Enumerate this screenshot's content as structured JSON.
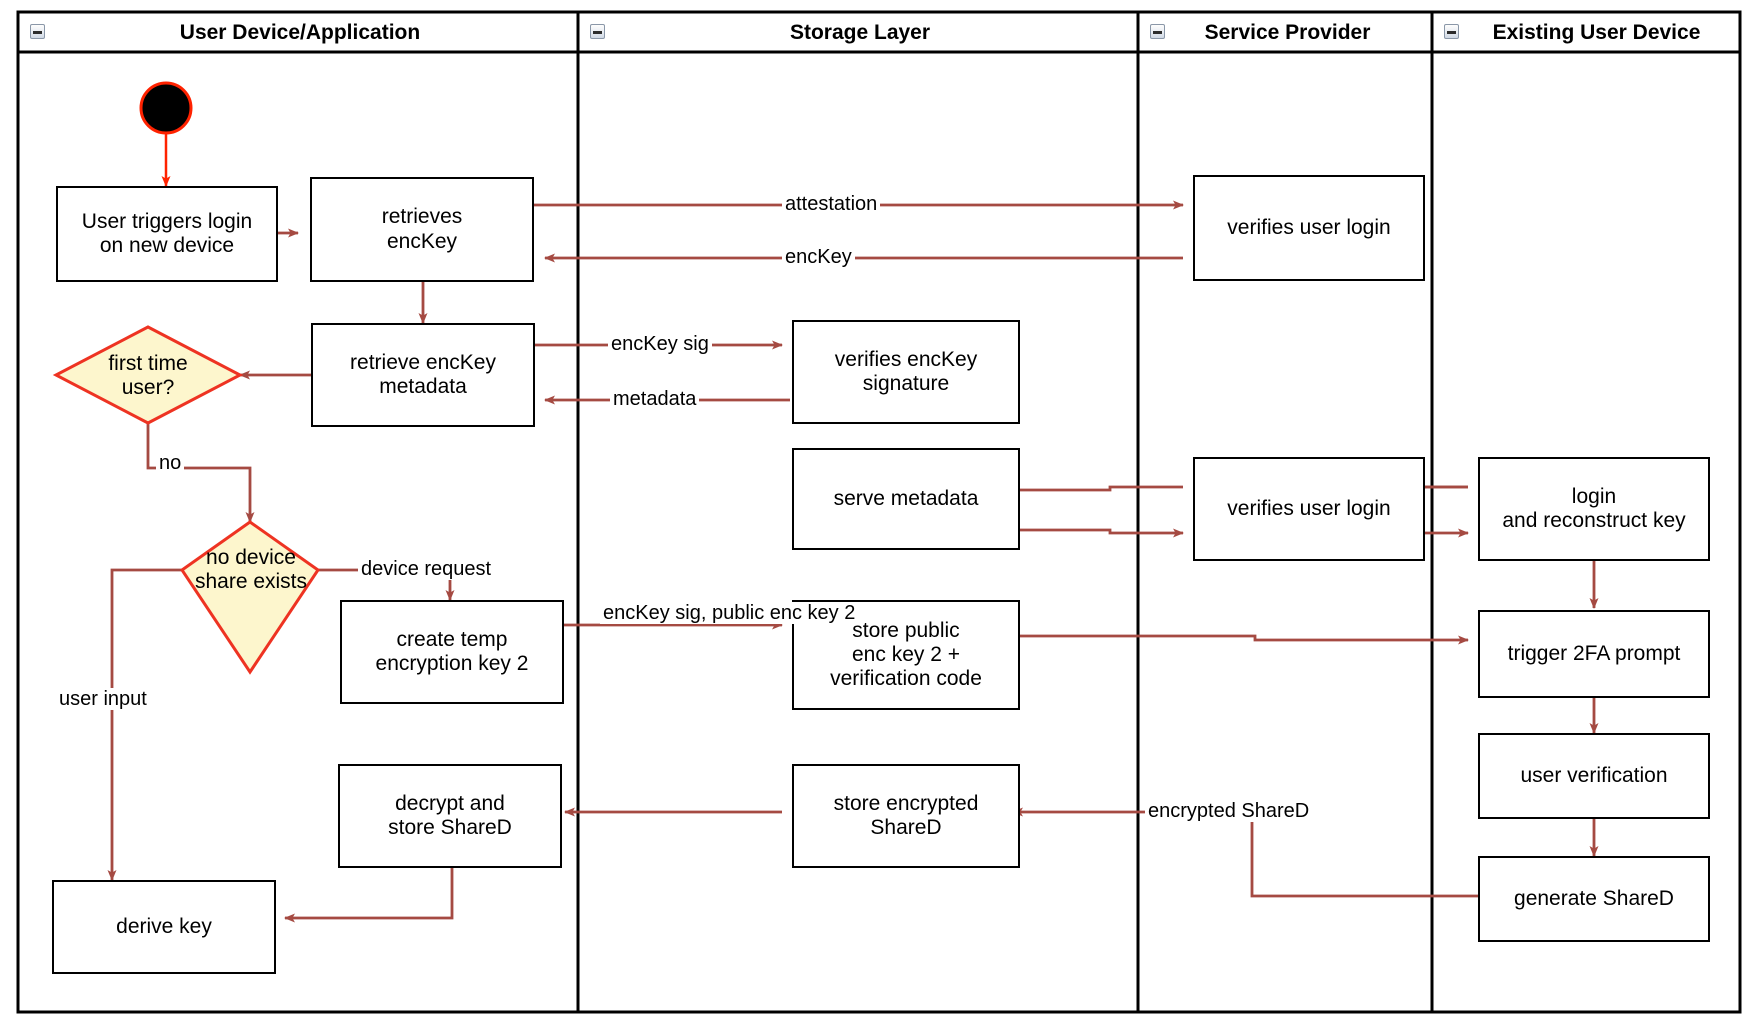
{
  "diagram": {
    "type": "uml-activity-swimlane",
    "title": "Key recovery / device onboarding activity diagram",
    "colors": {
      "edge": "#a54a42",
      "start_node_ring": "#ff2200",
      "decision_fill": "#fdf6cd",
      "decision_stroke": "#ee3322",
      "node_stroke": "#000000",
      "node_fill": "#ffffff",
      "lane_border": "#000000"
    }
  },
  "lanes": [
    {
      "id": "lane-user-device",
      "label": "User Device/Application",
      "icon": "collapse-minus-icon"
    },
    {
      "id": "lane-storage-layer",
      "label": "Storage Layer",
      "icon": "collapse-minus-icon"
    },
    {
      "id": "lane-service-provider",
      "label": "Service Provider",
      "icon": "collapse-minus-icon"
    },
    {
      "id": "lane-existing-user-device",
      "label": "Existing User Device",
      "icon": "collapse-minus-icon"
    }
  ],
  "nodes": {
    "start": {
      "kind": "initial-node",
      "label": ""
    },
    "user_triggers_login": {
      "lane": "lane-user-device",
      "label": "User triggers login\non new device"
    },
    "retrieves_enckey": {
      "lane": "lane-user-device",
      "label": "retrieves\nencKey"
    },
    "retrieve_enckey_metadata": {
      "lane": "lane-user-device",
      "label": "retrieve encKey\nmetadata"
    },
    "first_time_user": {
      "lane": "lane-user-device",
      "kind": "decision",
      "label": "first time\nuser?"
    },
    "no_device_share_exists": {
      "lane": "lane-user-device",
      "kind": "decision",
      "label": "no device\nshare exists"
    },
    "create_temp_encryption_key_2": {
      "lane": "lane-user-device",
      "label": "create temp\nencryption key 2"
    },
    "decrypt_and_store_shared": {
      "lane": "lane-user-device",
      "label": "decrypt and\nstore ShareD"
    },
    "derive_key": {
      "lane": "lane-user-device",
      "label": "derive key"
    },
    "verifies_enckey_signature": {
      "lane": "lane-storage-layer",
      "label": "verifies encKey\nsignature"
    },
    "serve_metadata": {
      "lane": "lane-storage-layer",
      "label": "serve metadata"
    },
    "store_public_enc_key_2": {
      "lane": "lane-storage-layer",
      "label": "store public\nenc key 2 +\nverification code"
    },
    "store_encrypted_shared": {
      "lane": "lane-storage-layer",
      "label": "store encrypted\nShareD"
    },
    "verifies_user_login_1": {
      "lane": "lane-service-provider",
      "label": "verifies user login"
    },
    "verifies_user_login_2": {
      "lane": "lane-service-provider",
      "label": "verifies user login"
    },
    "login_and_reconstruct_key": {
      "lane": "lane-existing-user-device",
      "label": "login\nand reconstruct key"
    },
    "trigger_2fa_prompt": {
      "lane": "lane-existing-user-device",
      "label": "trigger 2FA prompt"
    },
    "user_verification": {
      "lane": "lane-existing-user-device",
      "label": "user verification"
    },
    "generate_shared": {
      "lane": "lane-existing-user-device",
      "label": "generate ShareD"
    }
  },
  "edge_labels": {
    "attestation": "attestation",
    "enckey": "encKey",
    "enckey_sig": "encKey sig",
    "metadata": "metadata",
    "no": "no",
    "device_request": "device request",
    "user_input": "user input",
    "enckey_sig_public_enc_key_2": "encKey sig,\npublic enc key 2",
    "encrypted_shared": "encrypted ShareD"
  }
}
